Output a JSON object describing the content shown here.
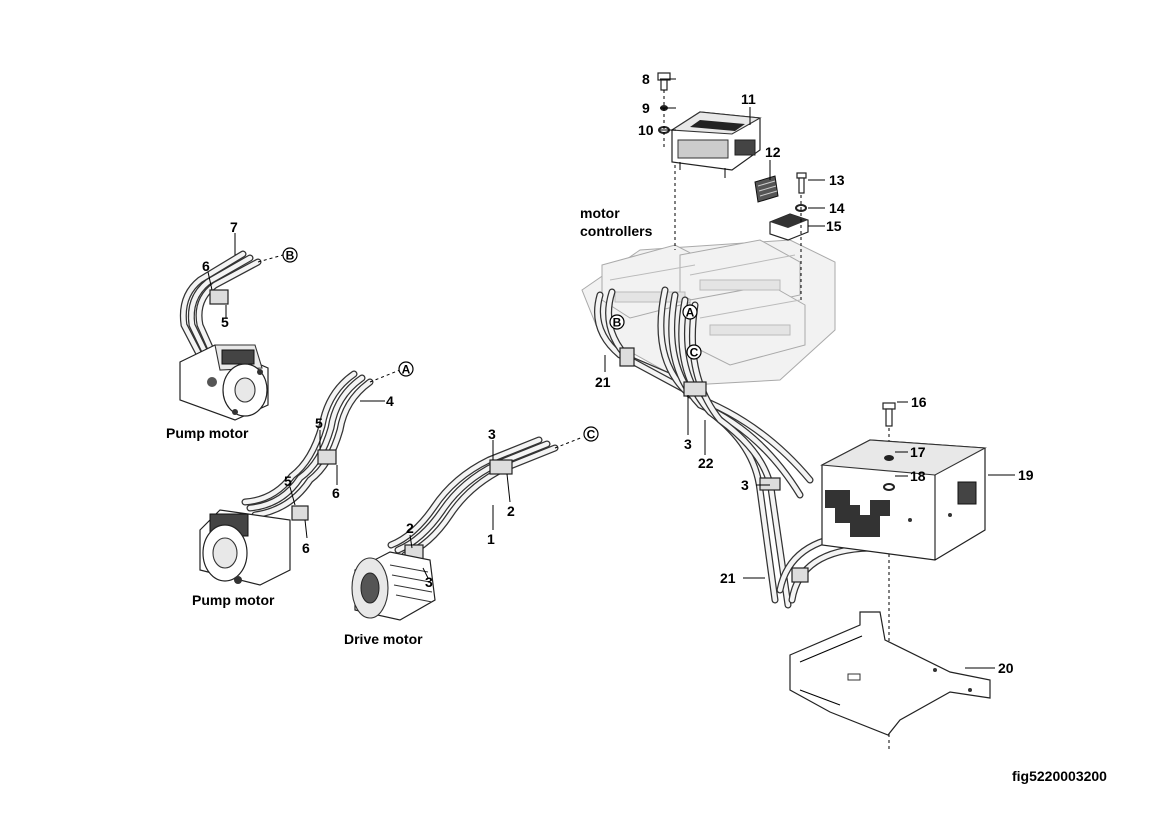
{
  "callouts": {
    "c1": "1",
    "c2a": "2",
    "c2b": "2",
    "c3a": "3",
    "c3b": "3",
    "c3c": "3",
    "c3d": "3",
    "c4": "4",
    "c5a": "5",
    "c5b": "5",
    "c5c": "5",
    "c6a": "6",
    "c6b": "6",
    "c6c": "6",
    "c7": "7",
    "c8": "8",
    "c9": "9",
    "c10": "10",
    "c11": "11",
    "c12": "12",
    "c13": "13",
    "c14": "14",
    "c15": "15",
    "c16": "16",
    "c17": "17",
    "c18": "18",
    "c19": "19",
    "c20": "20",
    "c21a": "21",
    "c21b": "21",
    "c22": "22"
  },
  "connection_markers": {
    "a1": "A",
    "a2": "A",
    "b1": "B",
    "b2": "B",
    "c1": "C",
    "c2": "C"
  },
  "captions": {
    "pump_motor_upper": "Pump motor",
    "pump_motor_lower": "Pump motor",
    "drive_motor": "Drive motor",
    "controllers_line1": "motor",
    "controllers_line2": "controllers"
  },
  "figure_id": "fig5220003200"
}
